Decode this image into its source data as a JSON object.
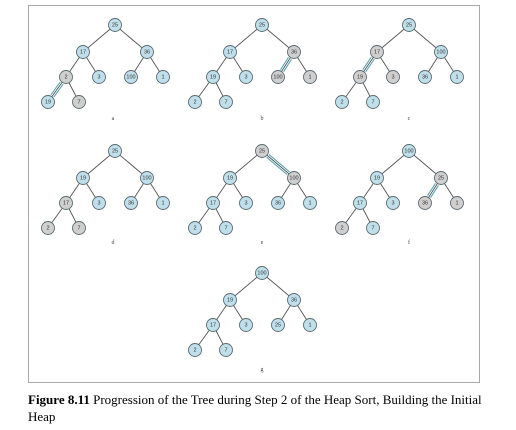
{
  "caption": {
    "label": "Figure 8.11",
    "text": " Progression of the Tree during Step 2 of the Heap Sort, Building the Initial Heap"
  },
  "colors": {
    "blue_node": "#bfe0ea",
    "gray_node": "#cfcfcf",
    "swap_arrow": "#5aa6b3"
  },
  "panels": [
    {
      "label": "a",
      "nodes": [
        {
          "id": 0,
          "value": "25",
          "shade": "blue"
        },
        {
          "id": 1,
          "value": "17",
          "shade": "blue"
        },
        {
          "id": 2,
          "value": "36",
          "shade": "blue"
        },
        {
          "id": 3,
          "value": "2",
          "shade": "gray"
        },
        {
          "id": 4,
          "value": "3",
          "shade": "blue"
        },
        {
          "id": 5,
          "value": "100",
          "shade": "blue"
        },
        {
          "id": 6,
          "value": "1",
          "shade": "blue"
        },
        {
          "id": 7,
          "value": "19",
          "shade": "blue"
        },
        {
          "id": 8,
          "value": "7",
          "shade": "gray"
        }
      ],
      "swap": [
        3,
        7
      ]
    },
    {
      "label": "b",
      "nodes": [
        {
          "id": 0,
          "value": "25",
          "shade": "blue"
        },
        {
          "id": 1,
          "value": "17",
          "shade": "blue"
        },
        {
          "id": 2,
          "value": "36",
          "shade": "gray"
        },
        {
          "id": 3,
          "value": "19",
          "shade": "blue"
        },
        {
          "id": 4,
          "value": "3",
          "shade": "blue"
        },
        {
          "id": 5,
          "value": "100",
          "shade": "gray"
        },
        {
          "id": 6,
          "value": "1",
          "shade": "gray"
        },
        {
          "id": 7,
          "value": "2",
          "shade": "blue"
        },
        {
          "id": 8,
          "value": "7",
          "shade": "blue"
        }
      ],
      "swap": [
        2,
        5
      ]
    },
    {
      "label": "c",
      "nodes": [
        {
          "id": 0,
          "value": "25",
          "shade": "blue"
        },
        {
          "id": 1,
          "value": "17",
          "shade": "gray"
        },
        {
          "id": 2,
          "value": "100",
          "shade": "blue"
        },
        {
          "id": 3,
          "value": "19",
          "shade": "gray"
        },
        {
          "id": 4,
          "value": "3",
          "shade": "gray"
        },
        {
          "id": 5,
          "value": "36",
          "shade": "blue"
        },
        {
          "id": 6,
          "value": "1",
          "shade": "blue"
        },
        {
          "id": 7,
          "value": "2",
          "shade": "blue"
        },
        {
          "id": 8,
          "value": "7",
          "shade": "blue"
        }
      ],
      "swap": [
        1,
        3
      ]
    },
    {
      "label": "d",
      "nodes": [
        {
          "id": 0,
          "value": "25",
          "shade": "blue"
        },
        {
          "id": 1,
          "value": "19",
          "shade": "blue"
        },
        {
          "id": 2,
          "value": "100",
          "shade": "blue"
        },
        {
          "id": 3,
          "value": "17",
          "shade": "gray"
        },
        {
          "id": 4,
          "value": "3",
          "shade": "blue"
        },
        {
          "id": 5,
          "value": "36",
          "shade": "blue"
        },
        {
          "id": 6,
          "value": "1",
          "shade": "blue"
        },
        {
          "id": 7,
          "value": "2",
          "shade": "gray"
        },
        {
          "id": 8,
          "value": "7",
          "shade": "gray"
        }
      ],
      "swap": null
    },
    {
      "label": "e",
      "nodes": [
        {
          "id": 0,
          "value": "25",
          "shade": "gray"
        },
        {
          "id": 1,
          "value": "19",
          "shade": "blue"
        },
        {
          "id": 2,
          "value": "100",
          "shade": "gray"
        },
        {
          "id": 3,
          "value": "17",
          "shade": "blue"
        },
        {
          "id": 4,
          "value": "3",
          "shade": "blue"
        },
        {
          "id": 5,
          "value": "36",
          "shade": "blue"
        },
        {
          "id": 6,
          "value": "1",
          "shade": "blue"
        },
        {
          "id": 7,
          "value": "2",
          "shade": "blue"
        },
        {
          "id": 8,
          "value": "7",
          "shade": "blue"
        }
      ],
      "swap": [
        0,
        2
      ]
    },
    {
      "label": "f",
      "nodes": [
        {
          "id": 0,
          "value": "100",
          "shade": "blue"
        },
        {
          "id": 1,
          "value": "19",
          "shade": "blue"
        },
        {
          "id": 2,
          "value": "25",
          "shade": "gray"
        },
        {
          "id": 3,
          "value": "17",
          "shade": "blue"
        },
        {
          "id": 4,
          "value": "3",
          "shade": "blue"
        },
        {
          "id": 5,
          "value": "36",
          "shade": "gray"
        },
        {
          "id": 6,
          "value": "1",
          "shade": "gray"
        },
        {
          "id": 7,
          "value": "2",
          "shade": "gray"
        },
        {
          "id": 8,
          "value": "7",
          "shade": "blue"
        }
      ],
      "swap": [
        2,
        5
      ]
    },
    {
      "label": "g",
      "nodes": [
        {
          "id": 0,
          "value": "100",
          "shade": "blue"
        },
        {
          "id": 1,
          "value": "19",
          "shade": "blue"
        },
        {
          "id": 2,
          "value": "36",
          "shade": "blue"
        },
        {
          "id": 3,
          "value": "17",
          "shade": "blue"
        },
        {
          "id": 4,
          "value": "3",
          "shade": "blue"
        },
        {
          "id": 5,
          "value": "25",
          "shade": "blue"
        },
        {
          "id": 6,
          "value": "1",
          "shade": "blue"
        },
        {
          "id": 7,
          "value": "2",
          "shade": "blue"
        },
        {
          "id": 8,
          "value": "7",
          "shade": "blue"
        }
      ],
      "swap": null
    }
  ]
}
